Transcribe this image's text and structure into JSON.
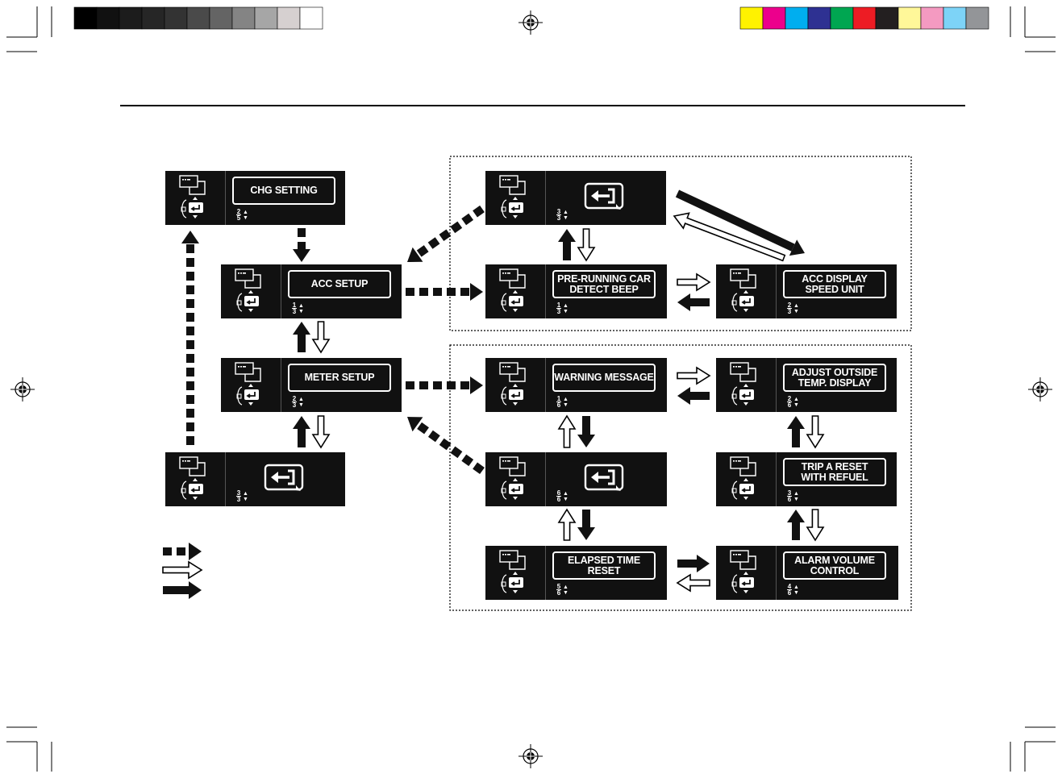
{
  "screens": [
    {
      "id": "chg-setting",
      "label": "CHG SETTING",
      "page": {
        "num": "2",
        "den": "5"
      },
      "kind": "label"
    },
    {
      "id": "acc-setup",
      "label": "ACC SETUP",
      "page": {
        "num": "1",
        "den": "3"
      },
      "kind": "label"
    },
    {
      "id": "meter-setup",
      "label": "METER SETUP",
      "page": {
        "num": "2",
        "den": "3"
      },
      "kind": "label"
    },
    {
      "id": "back-main",
      "label": "",
      "page": {
        "num": "3",
        "den": "3"
      },
      "kind": "back"
    },
    {
      "id": "back-acc",
      "label": "",
      "page": {
        "num": "3",
        "den": "3"
      },
      "kind": "back"
    },
    {
      "id": "pre-running-car",
      "label": "PRE-RUNNING CAR\nDETECT BEEP",
      "page": {
        "num": "1",
        "den": "3"
      },
      "kind": "label"
    },
    {
      "id": "acc-display-speed",
      "label": "ACC DISPLAY\nSPEED UNIT",
      "page": {
        "num": "2",
        "den": "3"
      },
      "kind": "label"
    },
    {
      "id": "warning-message",
      "label": "WARNING MESSAGE",
      "page": {
        "num": "1",
        "den": "6"
      },
      "kind": "label"
    },
    {
      "id": "adjust-outside-temp",
      "label": "ADJUST OUTSIDE\nTEMP. DISPLAY",
      "page": {
        "num": "2",
        "den": "6"
      },
      "kind": "label"
    },
    {
      "id": "back-meter",
      "label": "",
      "page": {
        "num": "6",
        "den": "6"
      },
      "kind": "back"
    },
    {
      "id": "trip-a-reset",
      "label": "TRIP A RESET\nWITH REFUEL",
      "page": {
        "num": "3",
        "den": "6"
      },
      "kind": "label"
    },
    {
      "id": "elapsed-time-reset",
      "label": "ELAPSED TIME\nRESET",
      "page": {
        "num": "5",
        "den": "6"
      },
      "kind": "label"
    },
    {
      "id": "alarm-volume-control",
      "label": "ALARM VOLUME\nCONTROL",
      "page": {
        "num": "4",
        "den": "6"
      },
      "kind": "label"
    }
  ],
  "legend": [
    {
      "style": "dashed",
      "text": ""
    },
    {
      "style": "hollow",
      "text": ""
    },
    {
      "style": "solid",
      "text": ""
    }
  ],
  "colors": {
    "registration_grays": [
      "#000000",
      "#111111",
      "#1c1c1c",
      "#262626",
      "#333333",
      "#4a4a4a",
      "#646464",
      "#848484",
      "#a6a6a6",
      "#d6d0d0",
      "#ffffff"
    ],
    "registration_colors": [
      "#fff200",
      "#ec008c",
      "#00aeef",
      "#2e3192",
      "#00a651",
      "#ed1c24",
      "#231f20",
      "#fff799",
      "#f49ac1",
      "#7dd3f7",
      "#939598"
    ],
    "screen_bg": "#111111",
    "ink": "#111111"
  },
  "icons": [
    "display-menu-icon",
    "back-arrow-icon",
    "registration-target-icon"
  ]
}
